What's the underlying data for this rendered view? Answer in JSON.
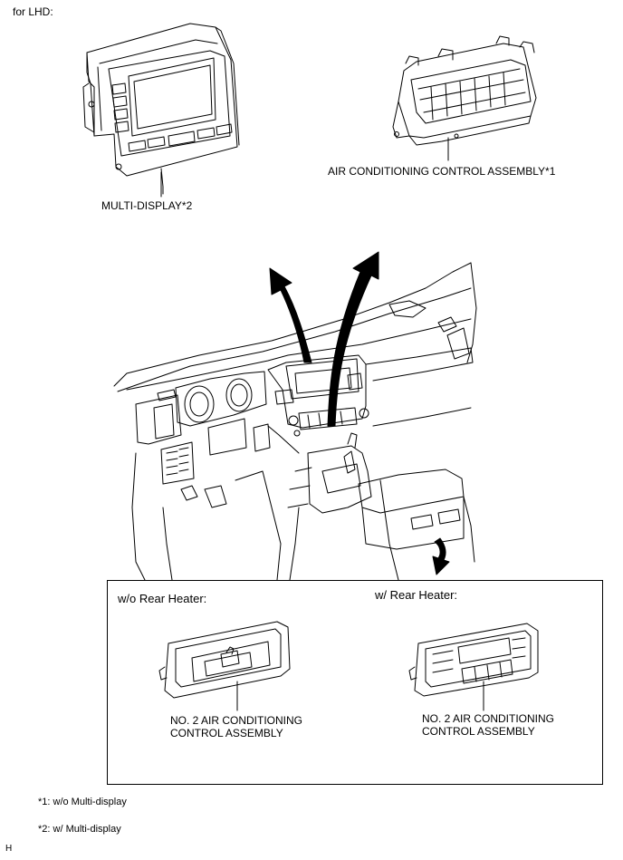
{
  "header": {
    "variant": "for LHD:"
  },
  "labels": {
    "multi_display": "MULTI-DISPLAY*2",
    "ac_control": "AIR CONDITIONING CONTROL ASSEMBLY*1"
  },
  "rear_box": {
    "without_heater": {
      "title": "w/o Rear Heater:",
      "part_line1": "NO. 2 AIR CONDITIONING",
      "part_line2": "CONTROL ASSEMBLY"
    },
    "with_heater": {
      "title": "w/ Rear Heater:",
      "part_line1": "NO. 2 AIR CONDITIONING",
      "part_line2": "CONTROL ASSEMBLY"
    }
  },
  "footnotes": {
    "note1": "*1: w/o Multi-display",
    "note2": "*2: w/ Multi-display"
  },
  "corner_code": "H",
  "colors": {
    "line": "#000000",
    "background": "#ffffff"
  }
}
